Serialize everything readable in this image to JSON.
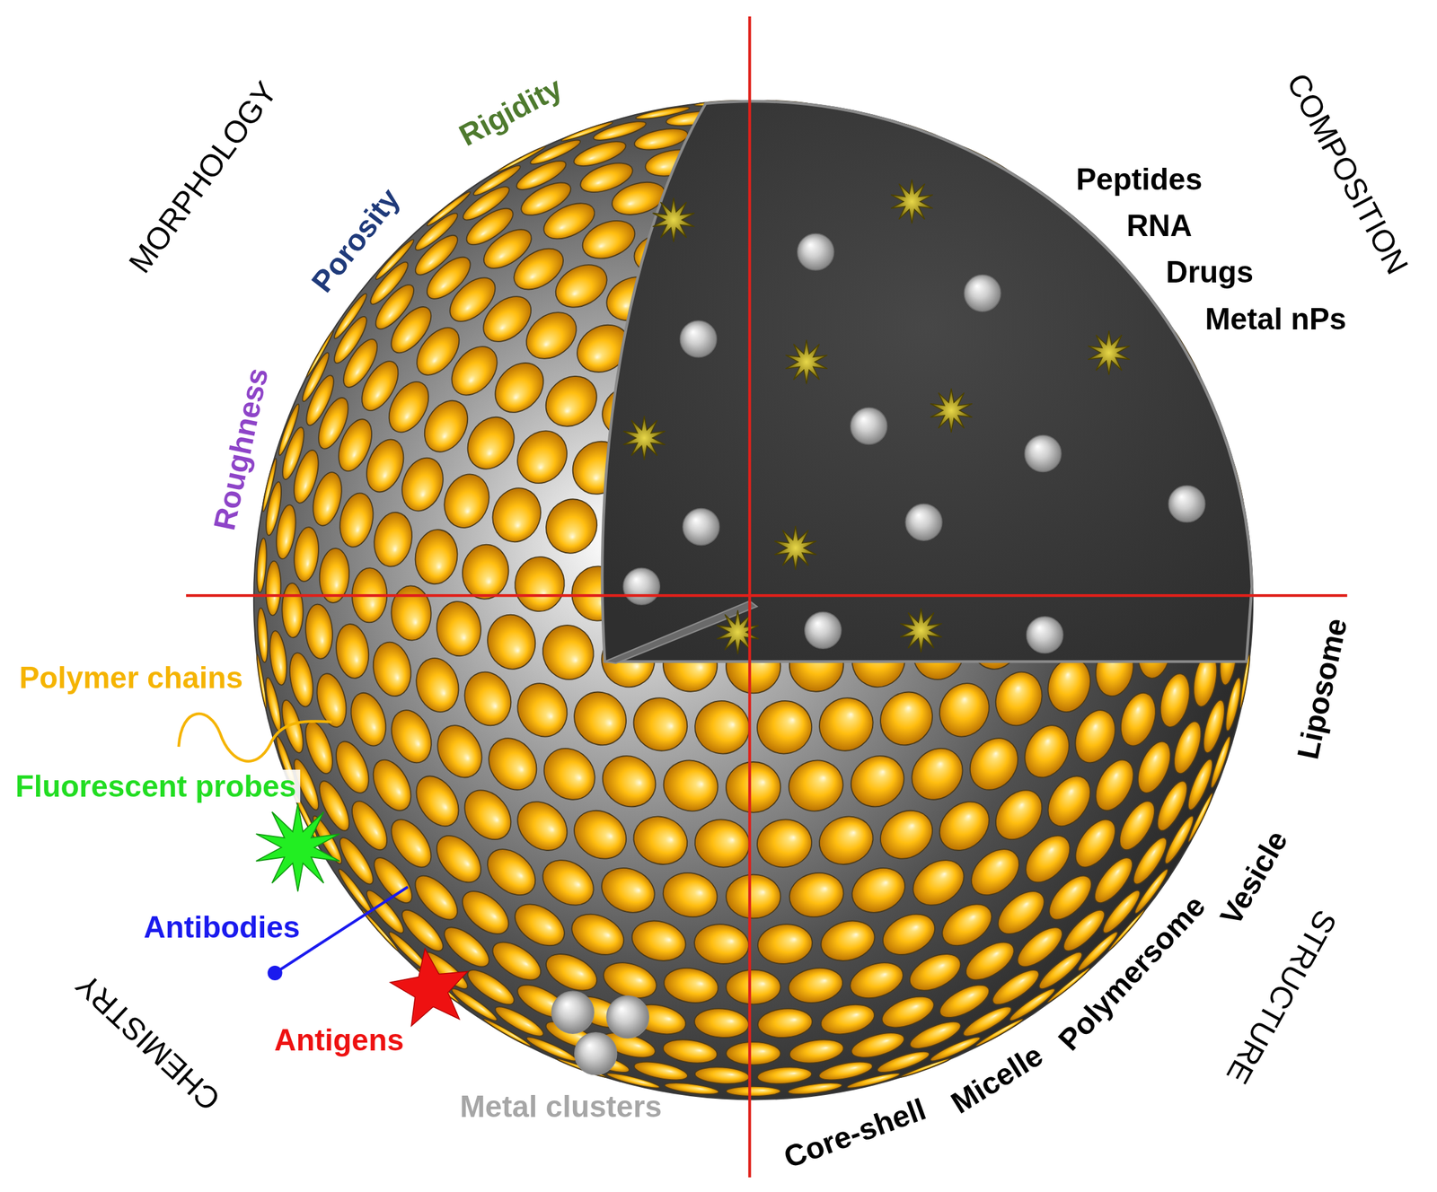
{
  "diagram": {
    "labels": [
      "MORPHOLOGY",
      "Rigidity",
      "Porosity",
      "Roughness",
      "COMPOSITION",
      "Peptides",
      "RNA",
      "Drugs",
      "Metal nPs",
      "Polymer chains",
      "Fluorescent probes",
      "Antibodies",
      "Antigens",
      "CHEMISTRY",
      "Metal clusters",
      "Core-shell",
      "Micelle",
      "Polymersome",
      "Vesicle",
      "Liposome",
      "STRUCTURE"
    ]
  }
}
